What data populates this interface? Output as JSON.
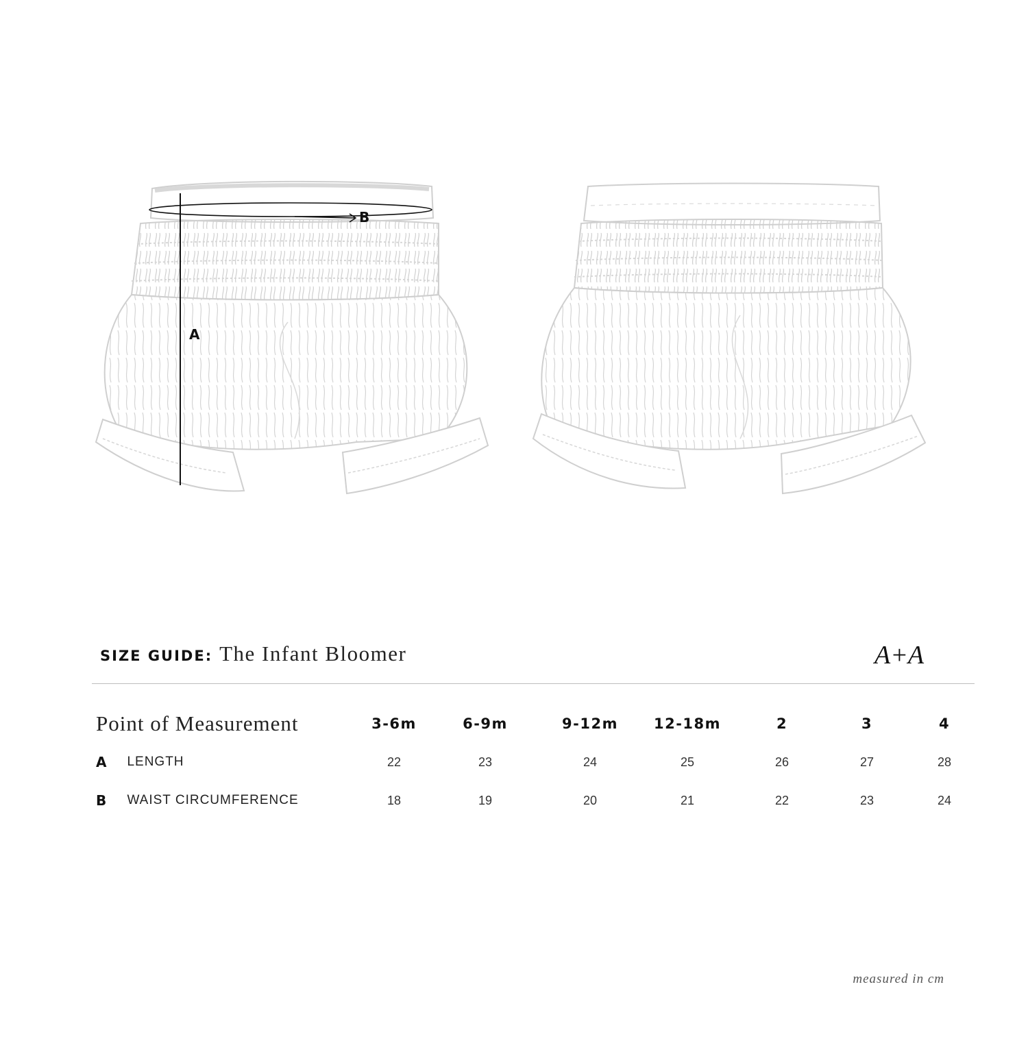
{
  "illustration": {
    "label_a": "A",
    "label_b": "B",
    "views": [
      "front-view",
      "back-view"
    ]
  },
  "header": {
    "prefix": "SIZE GUIDE:",
    "title": "The Infant Bloomer",
    "logo": "A+A"
  },
  "table": {
    "first_col_header": "Point of Measurement",
    "sizes": [
      "3-6m",
      "6-9m",
      "9-12m",
      "12-18m",
      "2",
      "3",
      "4"
    ],
    "rows": [
      {
        "letter": "A",
        "name": "LENGTH",
        "values": [
          "22",
          "23",
          "24",
          "25",
          "26",
          "27",
          "28"
        ]
      },
      {
        "letter": "B",
        "name": "WAIST CIRCUMFERENCE",
        "values": [
          "18",
          "19",
          "20",
          "21",
          "22",
          "23",
          "24"
        ]
      }
    ]
  },
  "footer": {
    "note": "measured in cm"
  },
  "colors": {
    "sketch": "#c8c8c8",
    "ink": "#111111",
    "rule": "#bdbdbd"
  }
}
